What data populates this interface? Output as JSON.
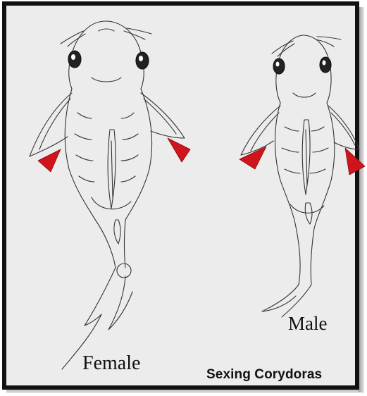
{
  "labels": {
    "female": "Female",
    "male": "Male",
    "title": "Sexing Corydoras"
  },
  "colors": {
    "marker": "#d0141c",
    "sketch": "#333333",
    "paper": "#ececec",
    "border": "#111111"
  }
}
